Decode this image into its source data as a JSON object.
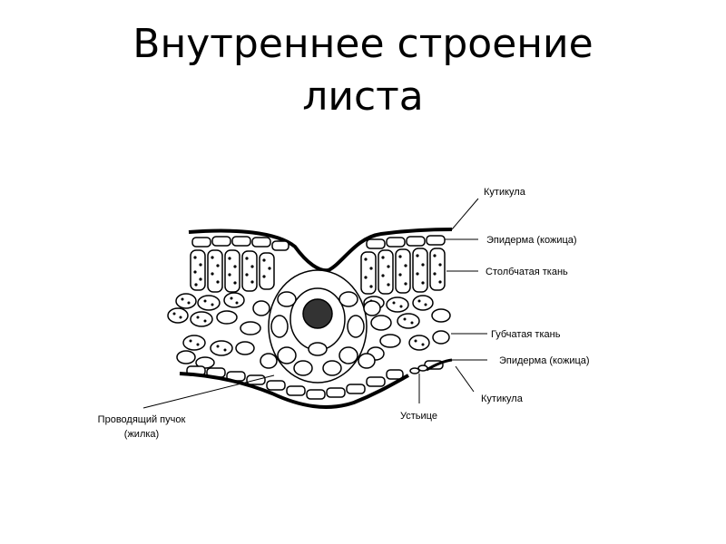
{
  "title": {
    "line1": "Внутреннее строение",
    "line2": "листа"
  },
  "labels": {
    "cuticle_top": "Кутикула",
    "epidermis_top": "Эпидерма (кожица)",
    "palisade": "Столбчатая ткань",
    "spongy": "Губчатая ткань",
    "epidermis_bottom": "Эпидерма (кожица)",
    "cuticle_bottom": "Кутикула",
    "stoma": "Устьице",
    "vascular_line1": "Проводящий пучок",
    "vascular_line2": "(жилка)"
  }
}
